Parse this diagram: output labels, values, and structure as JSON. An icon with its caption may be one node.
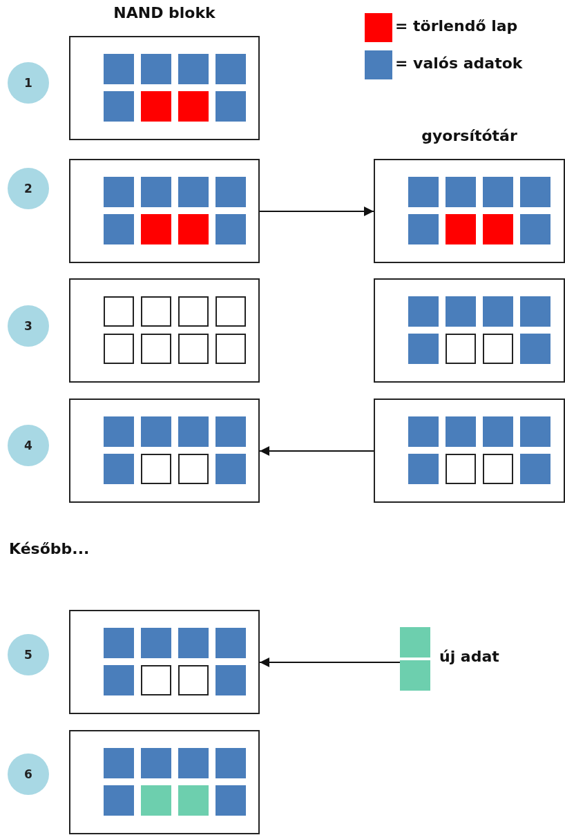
{
  "diagram": {
    "nodes": [
      {
        "text": [
          "1"
        ]
      },
      {
        "text": [
          "NAND blokk"
        ]
      },
      {
        "text": [
          "2"
        ]
      },
      {
        "text": [],
        "shape": "box"
      },
      {
        "text": [
          "gyorsítótár"
        ]
      },
      {
        "text": [
          "3"
        ]
      },
      {
        "text": [],
        "shape": "box"
      },
      {
        "text": [],
        "shape": "box"
      },
      {
        "text": [
          "4"
        ]
      },
      {
        "text": [],
        "shape": "box"
      },
      {
        "text": [],
        "shape": "box"
      },
      {
        "text": [
          "5"
        ]
      },
      {
        "text": [],
        "shape": "box"
      },
      {
        "text": [
          "új adat"
        ]
      },
      {
        "text": [
          "6"
        ]
      },
      {
        "text": [],
        "shape": "box"
      }
    ],
    "edges": [
      {
        "from": 3,
        "to": 4,
        "arrow": "to"
      },
      {
        "from": 10,
        "to": 9,
        "arrow": "to"
      },
      {
        "from": 13,
        "to": 12,
        "arrow": "to"
      }
    ],
    "labels": [
      "Később..."
    ],
    "legend": [
      {
        "text": "= törlendő lap",
        "color": "#ff0000"
      },
      {
        "text": "= valós adatok",
        "color": "#4a7ebb"
      }
    ]
  }
}
